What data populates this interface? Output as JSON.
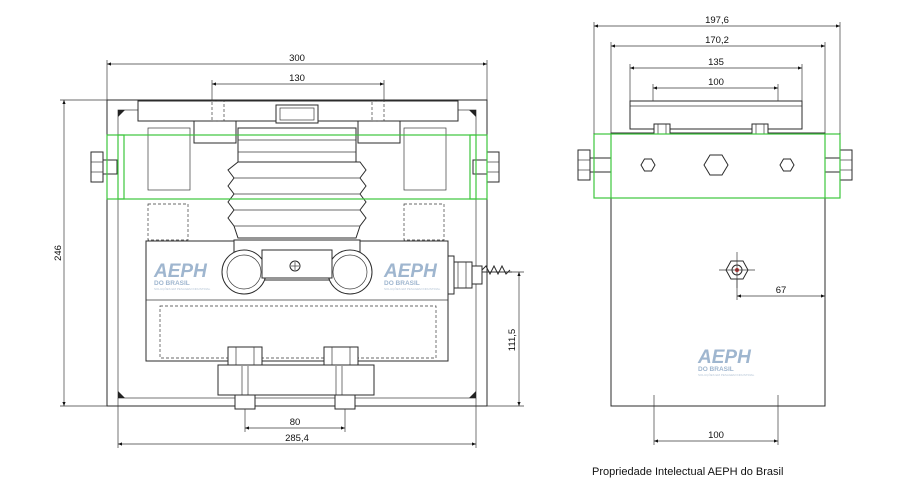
{
  "front_view": {
    "dims": {
      "overall_width": "300",
      "top_plate_bolt_spacing": "130",
      "height": "246",
      "bottom_bolt_spacing": "80",
      "base_width": "285,4",
      "cable_height": "111,5"
    },
    "logo": {
      "brand": "AEPH",
      "sub": "DO BRASIL",
      "tag": "SOLUÇÕES EM PESAGEM INDUSTRIAL"
    }
  },
  "side_view": {
    "dims": {
      "overall_width": "197,6",
      "width_inner": "170,2",
      "top_plate_width": "135",
      "top_bolt_spacing": "100",
      "cable_offset": "67",
      "base_bolt_spacing": "100"
    },
    "logo": {
      "brand": "AEPH",
      "sub": "DO BRASIL",
      "tag": "SOLUÇÕES EM PESAGEM INDUSTRIAL"
    }
  },
  "caption": "Propriedade Intelectual AEPH do Brasil",
  "colors": {
    "line": "#2b2b2b",
    "highlight": "#3cc63c",
    "logo": "#9fb6cf"
  }
}
